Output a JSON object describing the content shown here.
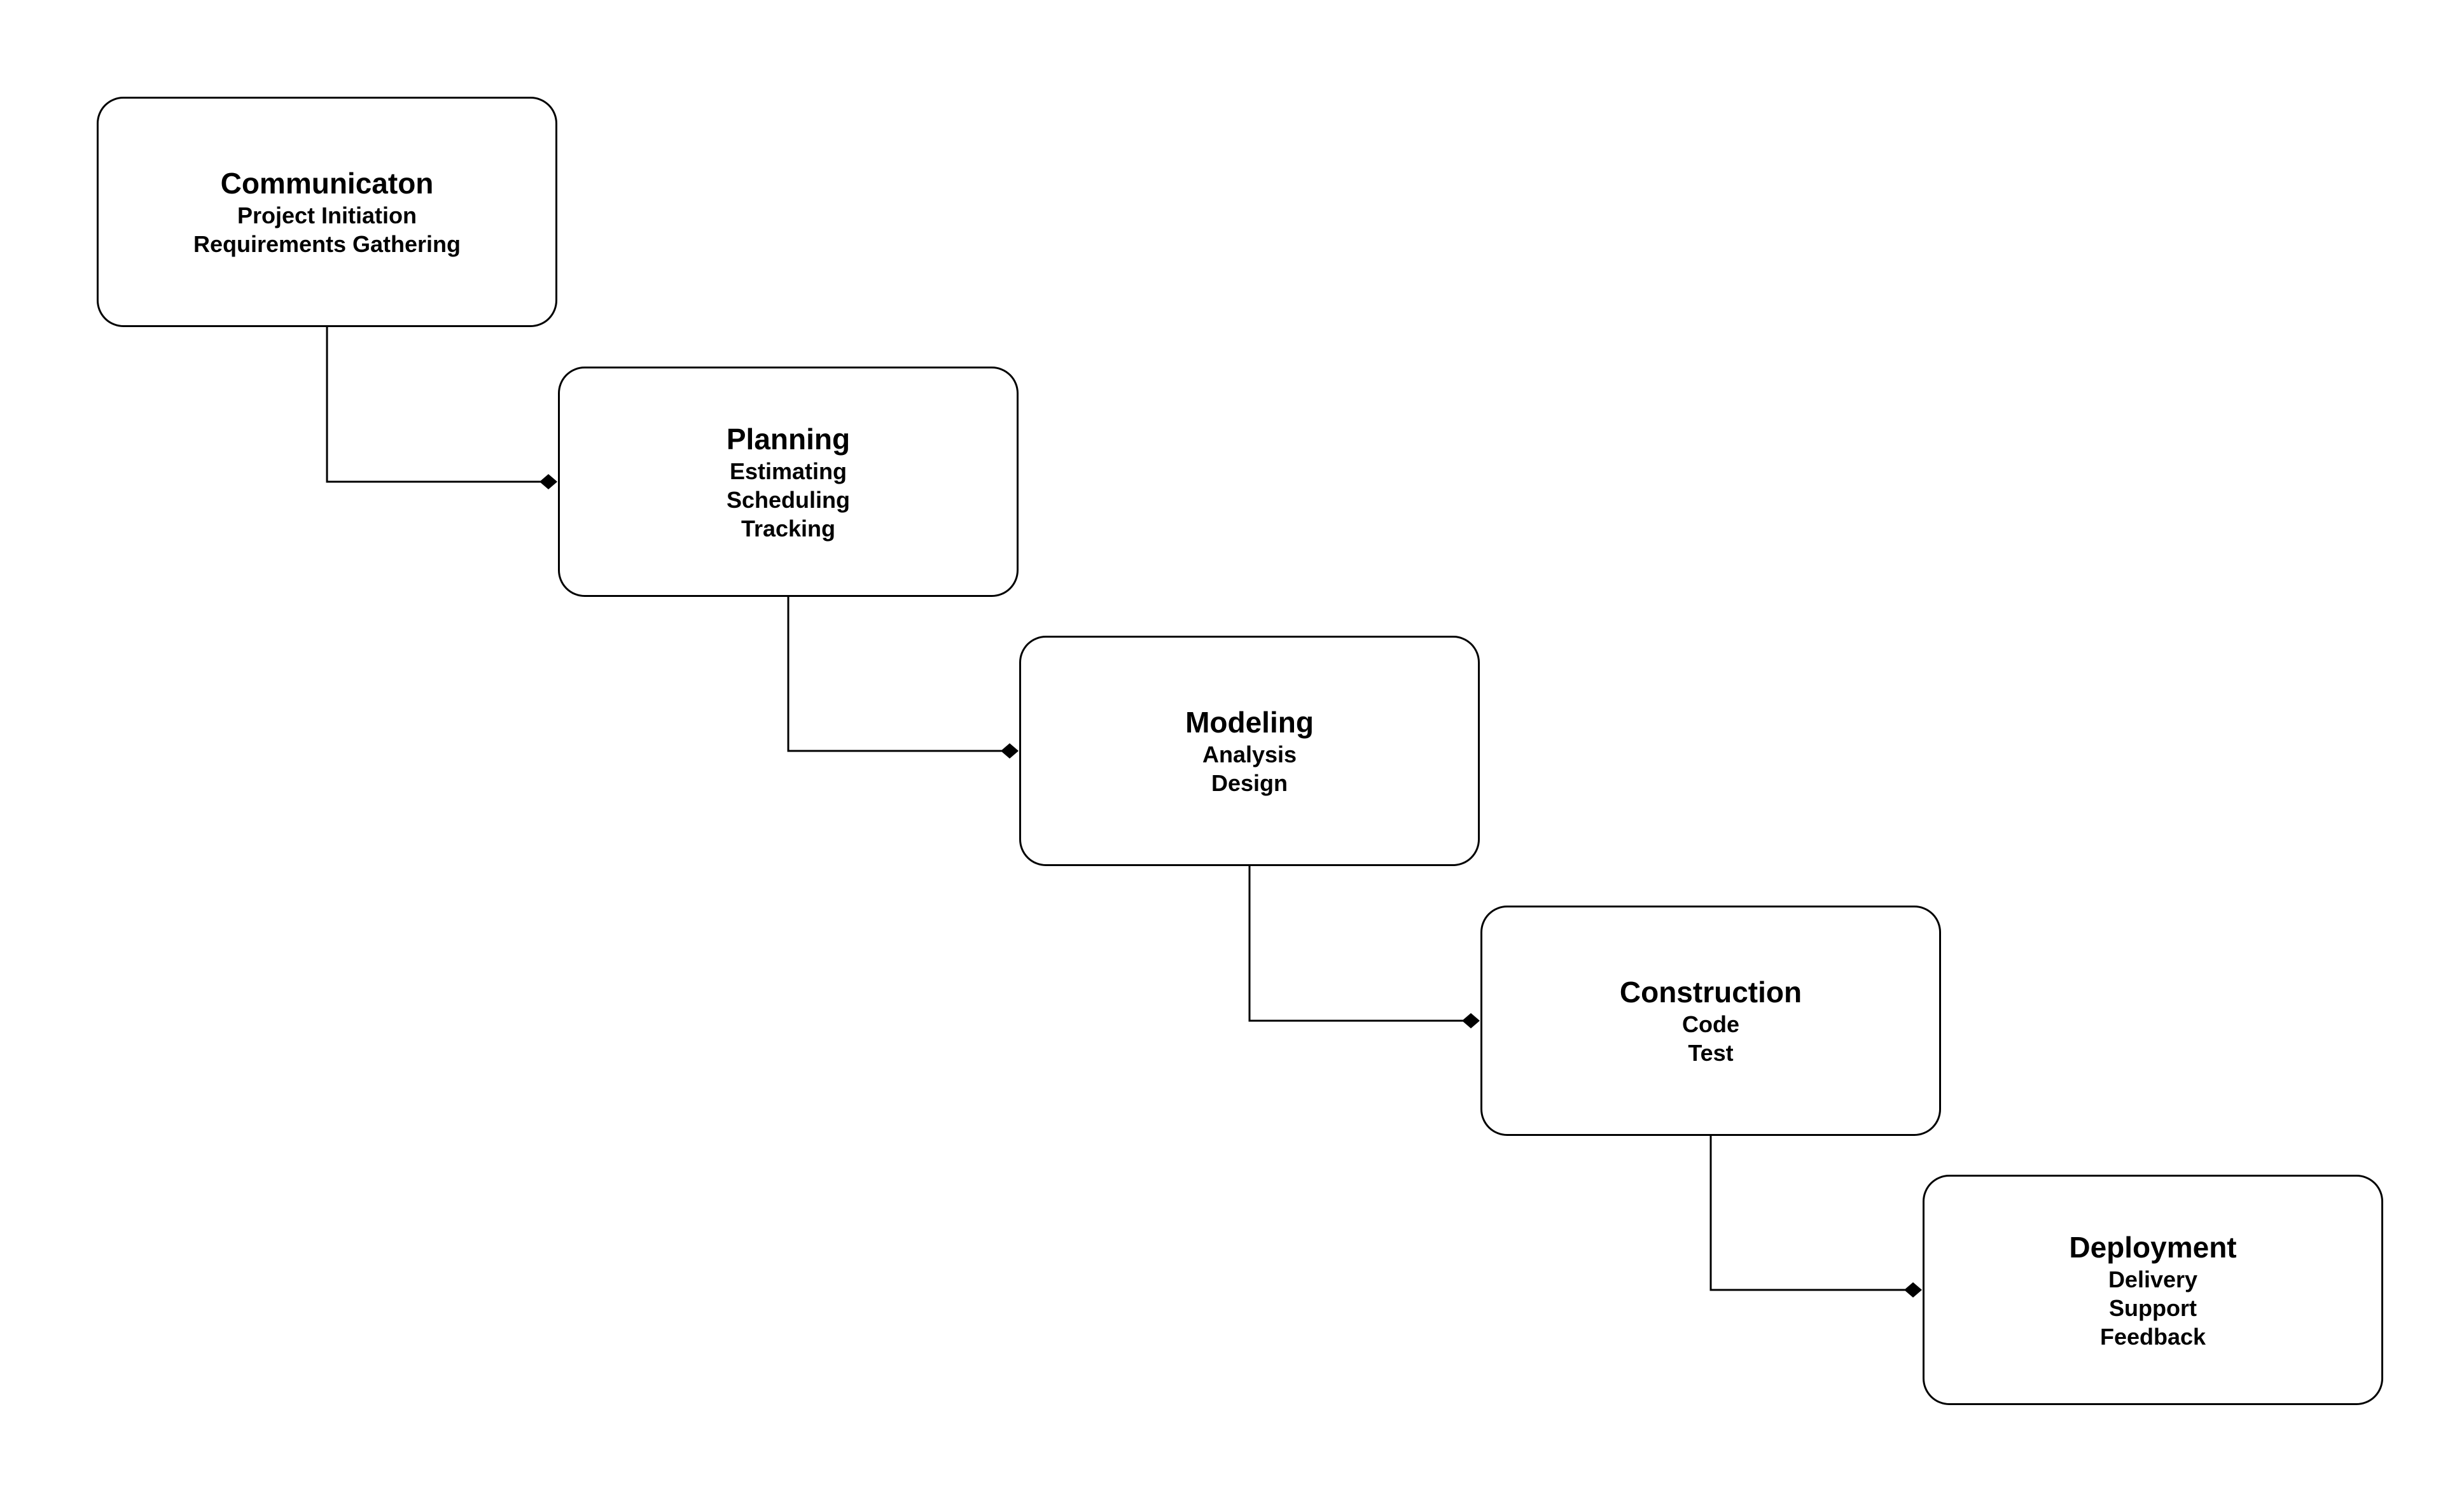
{
  "diagram": {
    "stages": [
      {
        "title": "Communicaton",
        "items": [
          "Project Initiation",
          "Requirements Gathering"
        ]
      },
      {
        "title": "Planning",
        "items": [
          "Estimating",
          "Scheduling",
          "Tracking"
        ]
      },
      {
        "title": "Modeling",
        "items": [
          "Analysis",
          "Design"
        ]
      },
      {
        "title": "Construction",
        "items": [
          "Code",
          "Test"
        ]
      },
      {
        "title": "Deployment",
        "items": [
          "Delivery",
          "Support",
          "Feedback"
        ]
      }
    ],
    "connections": [
      {
        "from": "Communicaton",
        "to": "Planning"
      },
      {
        "from": "Planning",
        "to": "Modeling"
      },
      {
        "from": "Modeling",
        "to": "Construction"
      },
      {
        "from": "Construction",
        "to": "Deployment"
      }
    ],
    "colors": {
      "stroke": "#000000",
      "fill": "#ffffff",
      "text": "#000000"
    }
  }
}
